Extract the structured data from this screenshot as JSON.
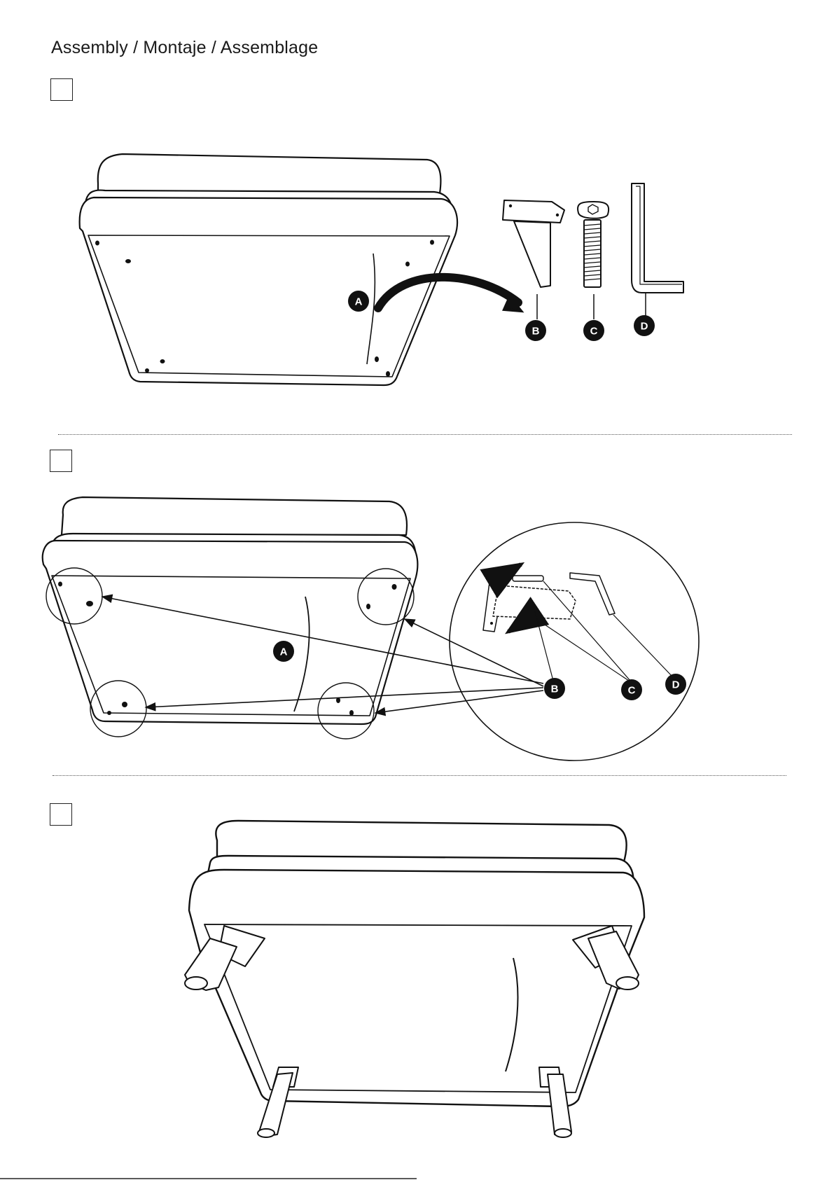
{
  "header": {
    "title": "Assembly / Montaje / Assemblage"
  },
  "steps": [
    {
      "labels": {
        "a": "A",
        "b": "B",
        "c": "C",
        "d": "D"
      }
    },
    {
      "labels": {
        "a": "A",
        "b": "B",
        "c": "C",
        "d": "D"
      }
    },
    {
      "labels": {}
    }
  ],
  "icons": [
    "sofa-underside-icon",
    "leg-icon",
    "bolt-icon",
    "allen-key-icon",
    "arrow-icon",
    "magnifier-circle-icon"
  ],
  "colors": {
    "ink": "#111111",
    "background": "#ffffff"
  }
}
